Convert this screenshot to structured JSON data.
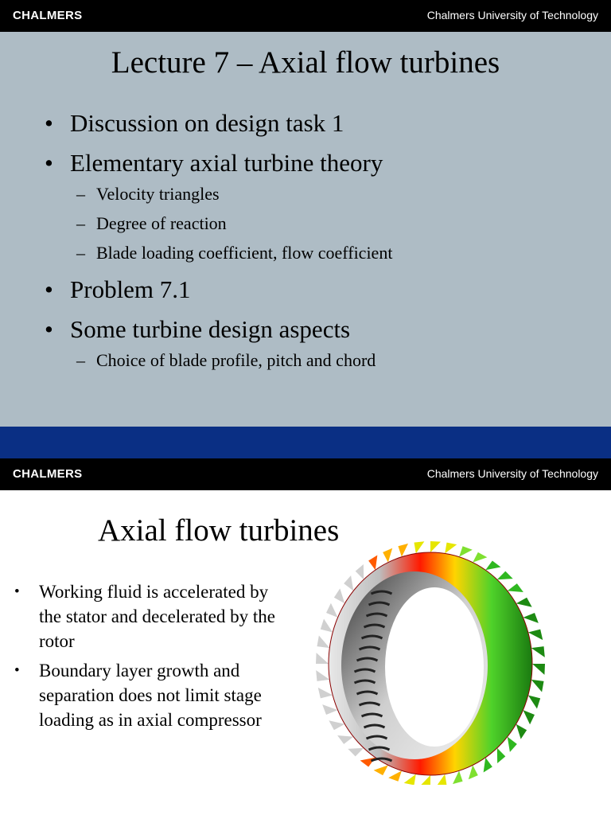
{
  "header": {
    "logo": "CHALMERS",
    "university": "Chalmers University of Technology"
  },
  "slide1": {
    "title": "Lecture 7 – Axial flow turbines",
    "bullets": [
      "Discussion on design task 1",
      "Elementary axial turbine theory",
      "Problem 7.1",
      "Some turbine design aspects"
    ],
    "subbullets": [
      "Velocity triangles",
      "Degree of reaction",
      "Blade loading coefficient, flow coefficient",
      "Choice of blade profile, pitch and chord"
    ]
  },
  "slide2": {
    "title": "Axial flow turbines",
    "bullets": [
      "Working fluid is accelerated by the stator and decelerated by the rotor",
      "Boundary layer growth and separation does not limit stage loading as in axial compressor"
    ]
  },
  "colors": {
    "slide_bg": "#aebcc5",
    "header_bar": "#000000",
    "footer_bar": "#0a2f84"
  },
  "glyphs": {
    "bullet": "•",
    "dash": "–"
  }
}
